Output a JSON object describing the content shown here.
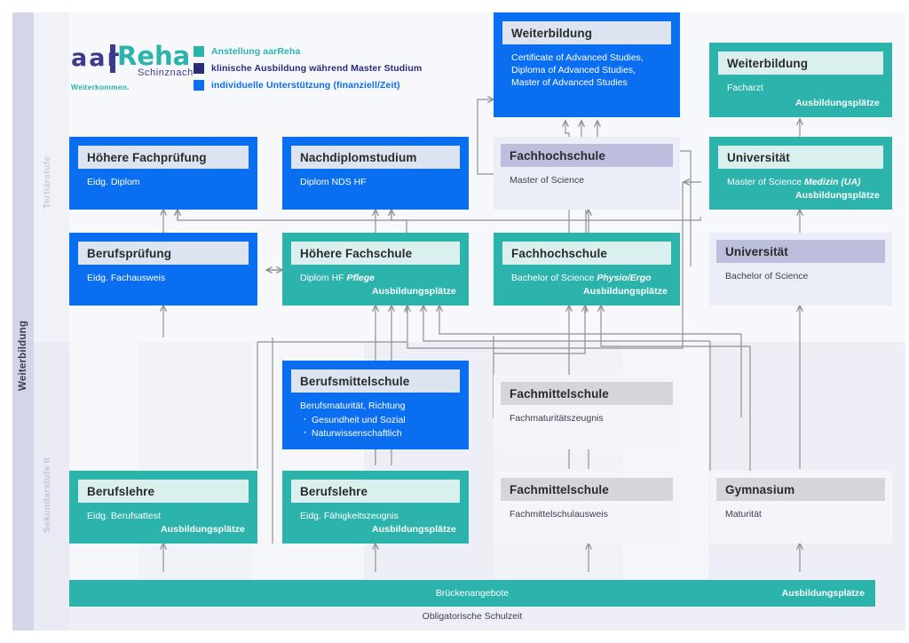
{
  "meta": {
    "title": "Bildungswege aarReha Schinznach"
  },
  "logo": {
    "part1": "aar",
    "part2": "Reha",
    "sub": "Schinznach",
    "claim": "Weiterkommen."
  },
  "legend": {
    "items": [
      {
        "label": "Anstellung aarReha",
        "color": "#2bb3ac",
        "text_color": "#2bb3ac"
      },
      {
        "label": "klinische Ausbildung während Master Studium",
        "color": "#2d2a7c",
        "text_color": "#2d2a7c"
      },
      {
        "label": "individuelle Unterstützung (finanziell/Zeit)",
        "color": "#0a6ef0",
        "text_color": "#0a6ef0"
      }
    ]
  },
  "rails": {
    "weiterbildung": "Weiterbildung",
    "tertiaerstufe": "Tertiärstufe",
    "sekundarstufe2": "Sekundarstufe II"
  },
  "common": {
    "ausbildungsplaetze": "Ausbildungsplätze"
  },
  "nodes": {
    "weiterbildung_blue": {
      "title": "Weiterbildung",
      "sub": "Certificate of Advanced Studies,\nDiploma of Advanced Studies,\nMaster of Advanced Studies",
      "variant": "blue"
    },
    "weiterbildung_teal": {
      "title": "Weiterbildung",
      "sub": "Facharzt",
      "badge": "Ausbildungsplätze",
      "variant": "teal"
    },
    "hoehere_fachpruefung": {
      "title": "Höhere Fachprüfung",
      "sub": "Eidg. Diplom",
      "variant": "blue"
    },
    "nachdiplomstudium": {
      "title": "Nachdiplomstudium",
      "sub": "Diplom NDS HF",
      "variant": "blue"
    },
    "fachhochschule_master": {
      "title": "Fachhochschule",
      "sub": "Master of Science",
      "variant": "lavender"
    },
    "universitaet_master": {
      "title": "Universität",
      "sub_prefix": "Master of Science ",
      "sub_italic": "Medizin (UA)",
      "badge": "Ausbildungsplätze",
      "variant": "teal"
    },
    "berufspruefung": {
      "title": "Berufsprüfung",
      "sub": "Eidg. Fachausweis",
      "variant": "blue"
    },
    "hoehere_fachschule": {
      "title": "Höhere Fachschule",
      "sub_prefix": "Diplom HF ",
      "sub_italic": "Pflege",
      "badge": "Ausbildungsplätze",
      "variant": "teal"
    },
    "fachhochschule_bachelor": {
      "title": "Fachhochschule",
      "sub_prefix": "Bachelor of Science ",
      "sub_italic": "Physio/Ergo",
      "badge": "Ausbildungsplätze",
      "variant": "teal"
    },
    "universitaet_bachelor": {
      "title": "Universität",
      "sub": "Bachelor of Science",
      "variant": "lavender"
    },
    "berufsmittelschule": {
      "title": "Berufsmittelschule",
      "sub": "Berufsmaturität, Richtung",
      "bullets": [
        "Gesundheit und Sozial",
        "Naturwissenschaftlich"
      ],
      "variant": "blue"
    },
    "fachmittelschule_fachmatur": {
      "title": "Fachmittelschule",
      "sub": "Fachmaturitätszeugnis",
      "variant": "gray"
    },
    "berufslehre_attest": {
      "title": "Berufslehre",
      "sub": "Eidg. Berufsattest",
      "badge": "Ausbildungsplätze",
      "variant": "teal"
    },
    "berufslehre_efz": {
      "title": "Berufslehre",
      "sub": "Eidg. Fähigkeitszeugnis",
      "badge": "Ausbildungsplätze",
      "variant": "teal"
    },
    "fachmittelschule": {
      "title": "Fachmittelschule",
      "sub": "Fachmittelschulausweis",
      "variant": "gray"
    },
    "gymnasium": {
      "title": "Gymnasium",
      "sub": "Maturität",
      "variant": "gray"
    }
  },
  "bottom": {
    "bruecken": "Brückenangebote",
    "bruecken_badge": "Ausbildungsplätze",
    "obligatorisch": "Obligatorische Schulzeit"
  },
  "colors": {
    "teal": "#2bb3ac",
    "blue": "#0a6ef0",
    "navy": "#2d2a7c",
    "lavender_header": "#bdbedd",
    "gray_header": "#d4d6dc",
    "wire": "#8d9196"
  }
}
